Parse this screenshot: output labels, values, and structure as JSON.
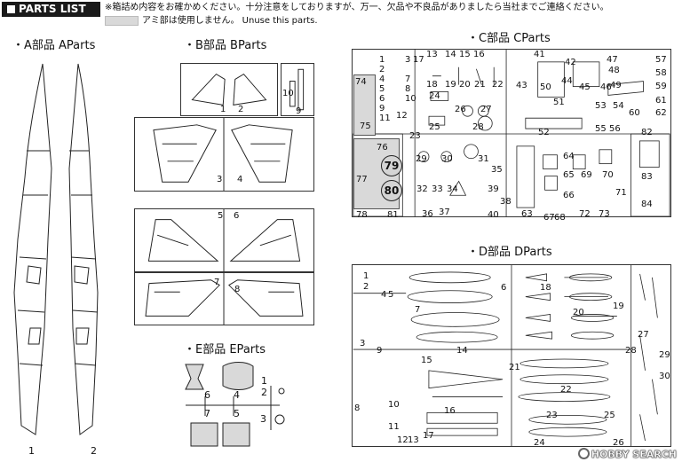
{
  "header": {
    "title": "PARTS LIST",
    "notice": "※箱詰め内容をお確かめください。十分注意をしておりますが、万一、欠品や不良品がありましたら当社までご連絡ください。",
    "unuse": "アミ部は使用しません。 Unuse this parts."
  },
  "sections": {
    "a": "・A部品 AParts",
    "b": "・B部品 BParts",
    "c": "・C部品 CParts",
    "d": "・D部品 DParts",
    "e": "・E部品 EParts"
  },
  "a_parts": [
    "1",
    "2"
  ],
  "b_parts": [
    "1",
    "2",
    "10",
    "9",
    "3",
    "4",
    "5",
    "6",
    "7",
    "8"
  ],
  "e_parts": [
    "6",
    "4",
    "7",
    "5",
    "1",
    "2",
    "3"
  ],
  "c_parts": [
    "1",
    "2",
    "3",
    "4",
    "5",
    "6",
    "7",
    "8",
    "9",
    "10",
    "11",
    "12",
    "13",
    "14",
    "15",
    "16",
    "17",
    "18",
    "19",
    "20",
    "21",
    "22",
    "23",
    "24",
    "25",
    "26",
    "27",
    "28",
    "29",
    "30",
    "31",
    "32",
    "33",
    "34",
    "35",
    "36",
    "37",
    "38",
    "39",
    "40",
    "41",
    "42",
    "43",
    "44",
    "45",
    "46",
    "47",
    "48",
    "49",
    "50",
    "51",
    "52",
    "53",
    "54",
    "55",
    "56",
    "57",
    "58",
    "59",
    "60",
    "61",
    "62",
    "63",
    "64",
    "65",
    "66",
    "67",
    "68",
    "69",
    "70",
    "71",
    "72",
    "73",
    "74",
    "75",
    "76",
    "77",
    "78",
    "79",
    "80",
    "81",
    "82",
    "83",
    "84"
  ],
  "d_parts": [
    "1",
    "2",
    "3",
    "4",
    "5",
    "6",
    "7",
    "8",
    "9",
    "10",
    "11",
    "12",
    "13",
    "14",
    "15",
    "16",
    "17",
    "18",
    "19",
    "20",
    "21",
    "22",
    "23",
    "24",
    "25",
    "26",
    "27",
    "28",
    "29",
    "30"
  ],
  "watermark": "HOBBY SEARCH"
}
